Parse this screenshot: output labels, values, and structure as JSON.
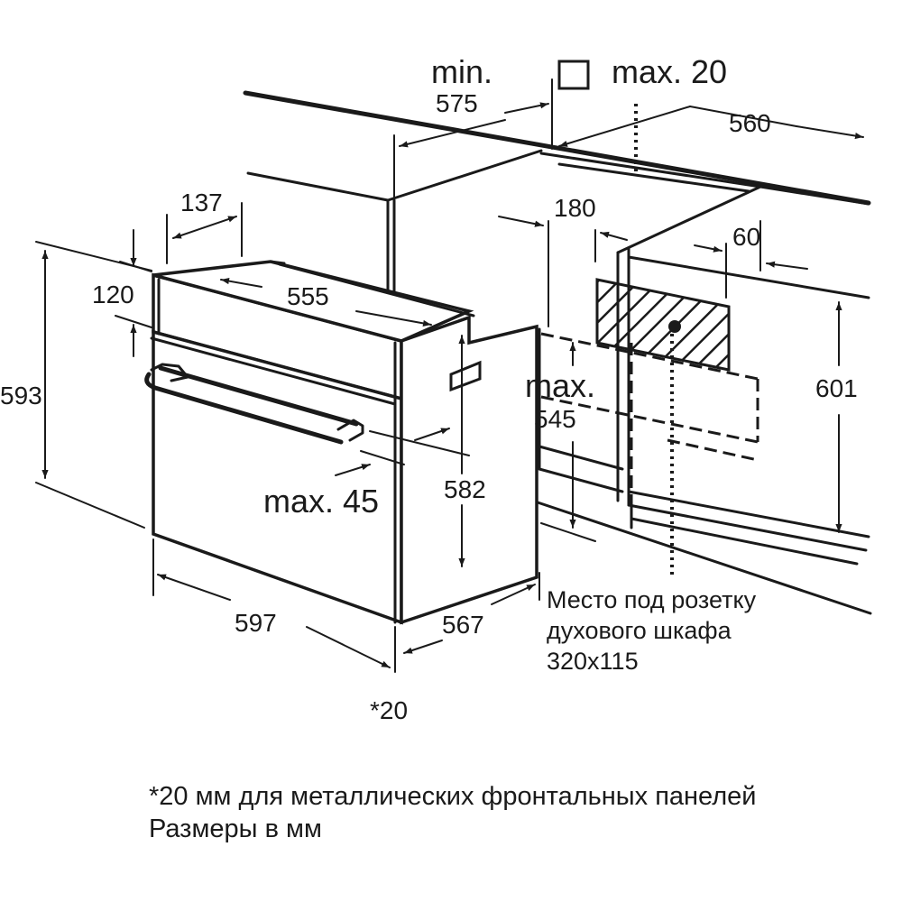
{
  "dimensions": {
    "min_label": "min.",
    "niche_width_min": "575",
    "max20_label": "max. 20",
    "niche_depth": "560",
    "d137": "137",
    "d120": "120",
    "d555": "555",
    "d593": "593",
    "d180": "180",
    "d60": "60",
    "d601": "601",
    "max_label": "max.",
    "d545": "545",
    "max45_label": "max. 45",
    "d582": "582",
    "d597": "597",
    "d567": "567",
    "d20_star": "*20"
  },
  "socket_note": {
    "line1": "Место под розетку",
    "line2": "духового шкафа",
    "line3": "320x115"
  },
  "footnotes": {
    "line1": "*20 мм для металлических фронтальных панелей",
    "line2": "Размеры в мм"
  },
  "colors": {
    "line": "#1a1a1a",
    "background": "#ffffff"
  }
}
